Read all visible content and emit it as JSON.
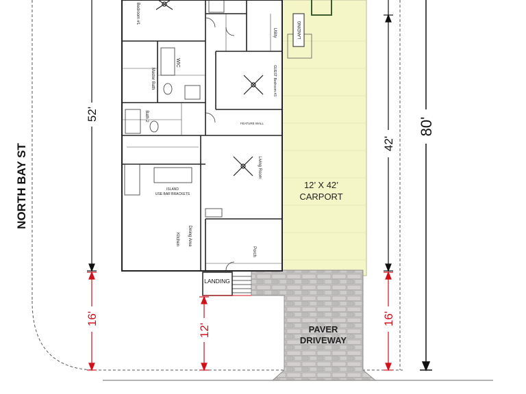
{
  "street_label": "NORTH BAY ST",
  "carport": {
    "line1": "12’ X 42’",
    "line2": "CARPORT",
    "fill": "#f5f6c8"
  },
  "driveway": {
    "line1": "PAVER",
    "line2": "DRIVEWAY",
    "fill": "#c9c6c6"
  },
  "landing_left": "LANDING",
  "landing_right": "LANDING",
  "dimensions": {
    "left_black": "52'",
    "left_red": "16'",
    "mid_red": "12'",
    "right_black": "42'",
    "right_red": "16'",
    "far_right": "80'"
  },
  "rooms": [
    {
      "id": "bedroom1",
      "text": "Bedroom #1"
    },
    {
      "id": "master_bath",
      "text": "Master Bath"
    },
    {
      "id": "wic",
      "text": "WIC"
    },
    {
      "id": "bath2",
      "text": "Bath 2"
    },
    {
      "id": "kitchen",
      "text": "Kitchen"
    },
    {
      "id": "dining",
      "text": "Dining Area"
    },
    {
      "id": "living",
      "text": "Living Room"
    },
    {
      "id": "guest_bed",
      "text": "GUEST Bedroom #3"
    },
    {
      "id": "utility",
      "text": "Utility"
    },
    {
      "id": "porch",
      "text": "Porch"
    },
    {
      "id": "island",
      "text": "ISLAND",
      "text2": "USE BAR BRACKETS"
    },
    {
      "id": "feature_wall",
      "text": "FEATURE WALL"
    }
  ],
  "colors": {
    "red": "#d0111b",
    "black": "#111111",
    "wall": "#222222",
    "ground": "#9a9a9a"
  }
}
